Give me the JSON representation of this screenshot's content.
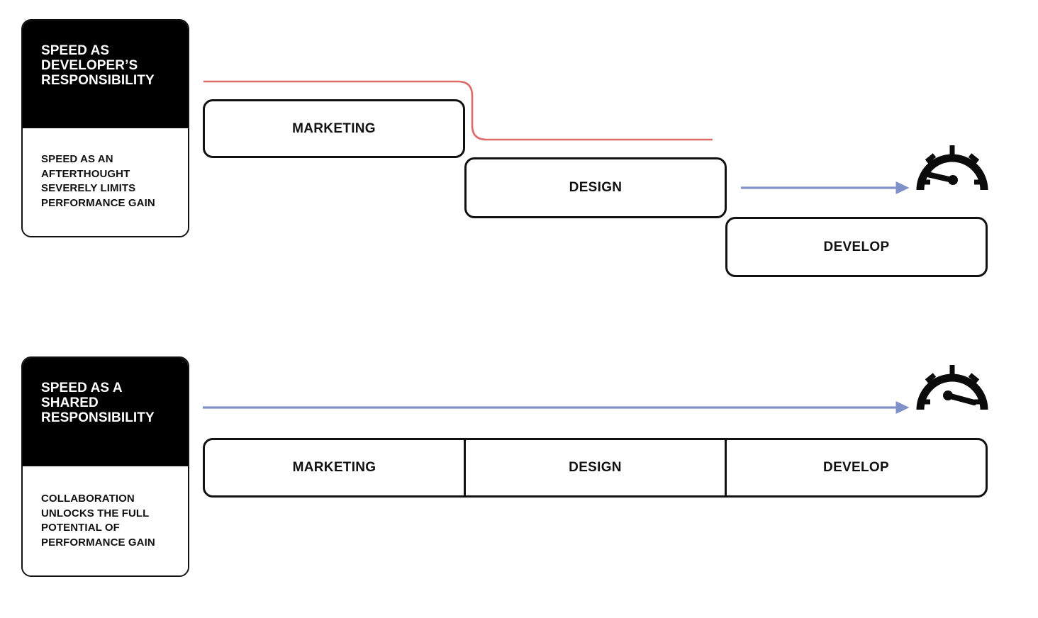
{
  "diagram": {
    "title_hidden": "",
    "colors": {
      "ink": "#111111",
      "card_header_bg": "#000000",
      "card_header_text": "#ffffff",
      "limit_line_red": "#E06A6A",
      "speed_arrow_blue": "#7E92C8",
      "page_bg": "#ffffff"
    },
    "rows": [
      {
        "id": "developer-responsibility",
        "card": {
          "title": "SPEED AS\nDEVELOPER’S\nRESPONSIBILITY",
          "subtitle": "SPEED AS AN\nAFTERTHOUGHT\nSEVERELY LIMITS\nPERFORMANCE GAIN"
        },
        "stages": [
          {
            "label": "MARKETING"
          },
          {
            "label": "DESIGN"
          },
          {
            "label": "DEVELOP"
          }
        ],
        "layout": "staggered",
        "limit_line": {
          "name": "performance-limit-line",
          "color": "#E06A6A",
          "shape": "step-down"
        },
        "arrow": {
          "name": "speed-arrow",
          "color": "#7E92C8",
          "direction": "right",
          "length": "short"
        },
        "gauge": {
          "name": "speedometer-icon",
          "needle": "low",
          "needle_angle_deg": 196,
          "ticks": 5
        }
      },
      {
        "id": "shared-responsibility",
        "card": {
          "title": "SPEED AS A\nSHARED\nRESPONSIBILITY",
          "subtitle": "COLLABORATION\nUNLOCKS THE FULL\nPOTENTIAL OF\nPERFORMANCE GAIN"
        },
        "stages": [
          {
            "label": "MARKETING"
          },
          {
            "label": "DESIGN"
          },
          {
            "label": "DEVELOP"
          }
        ],
        "layout": "joined",
        "limit_line": null,
        "arrow": {
          "name": "speed-arrow",
          "color": "#7E92C8",
          "direction": "right",
          "length": "full"
        },
        "gauge": {
          "name": "speedometer-icon",
          "needle": "high",
          "needle_angle_deg": 345,
          "ticks": 5
        }
      }
    ]
  }
}
